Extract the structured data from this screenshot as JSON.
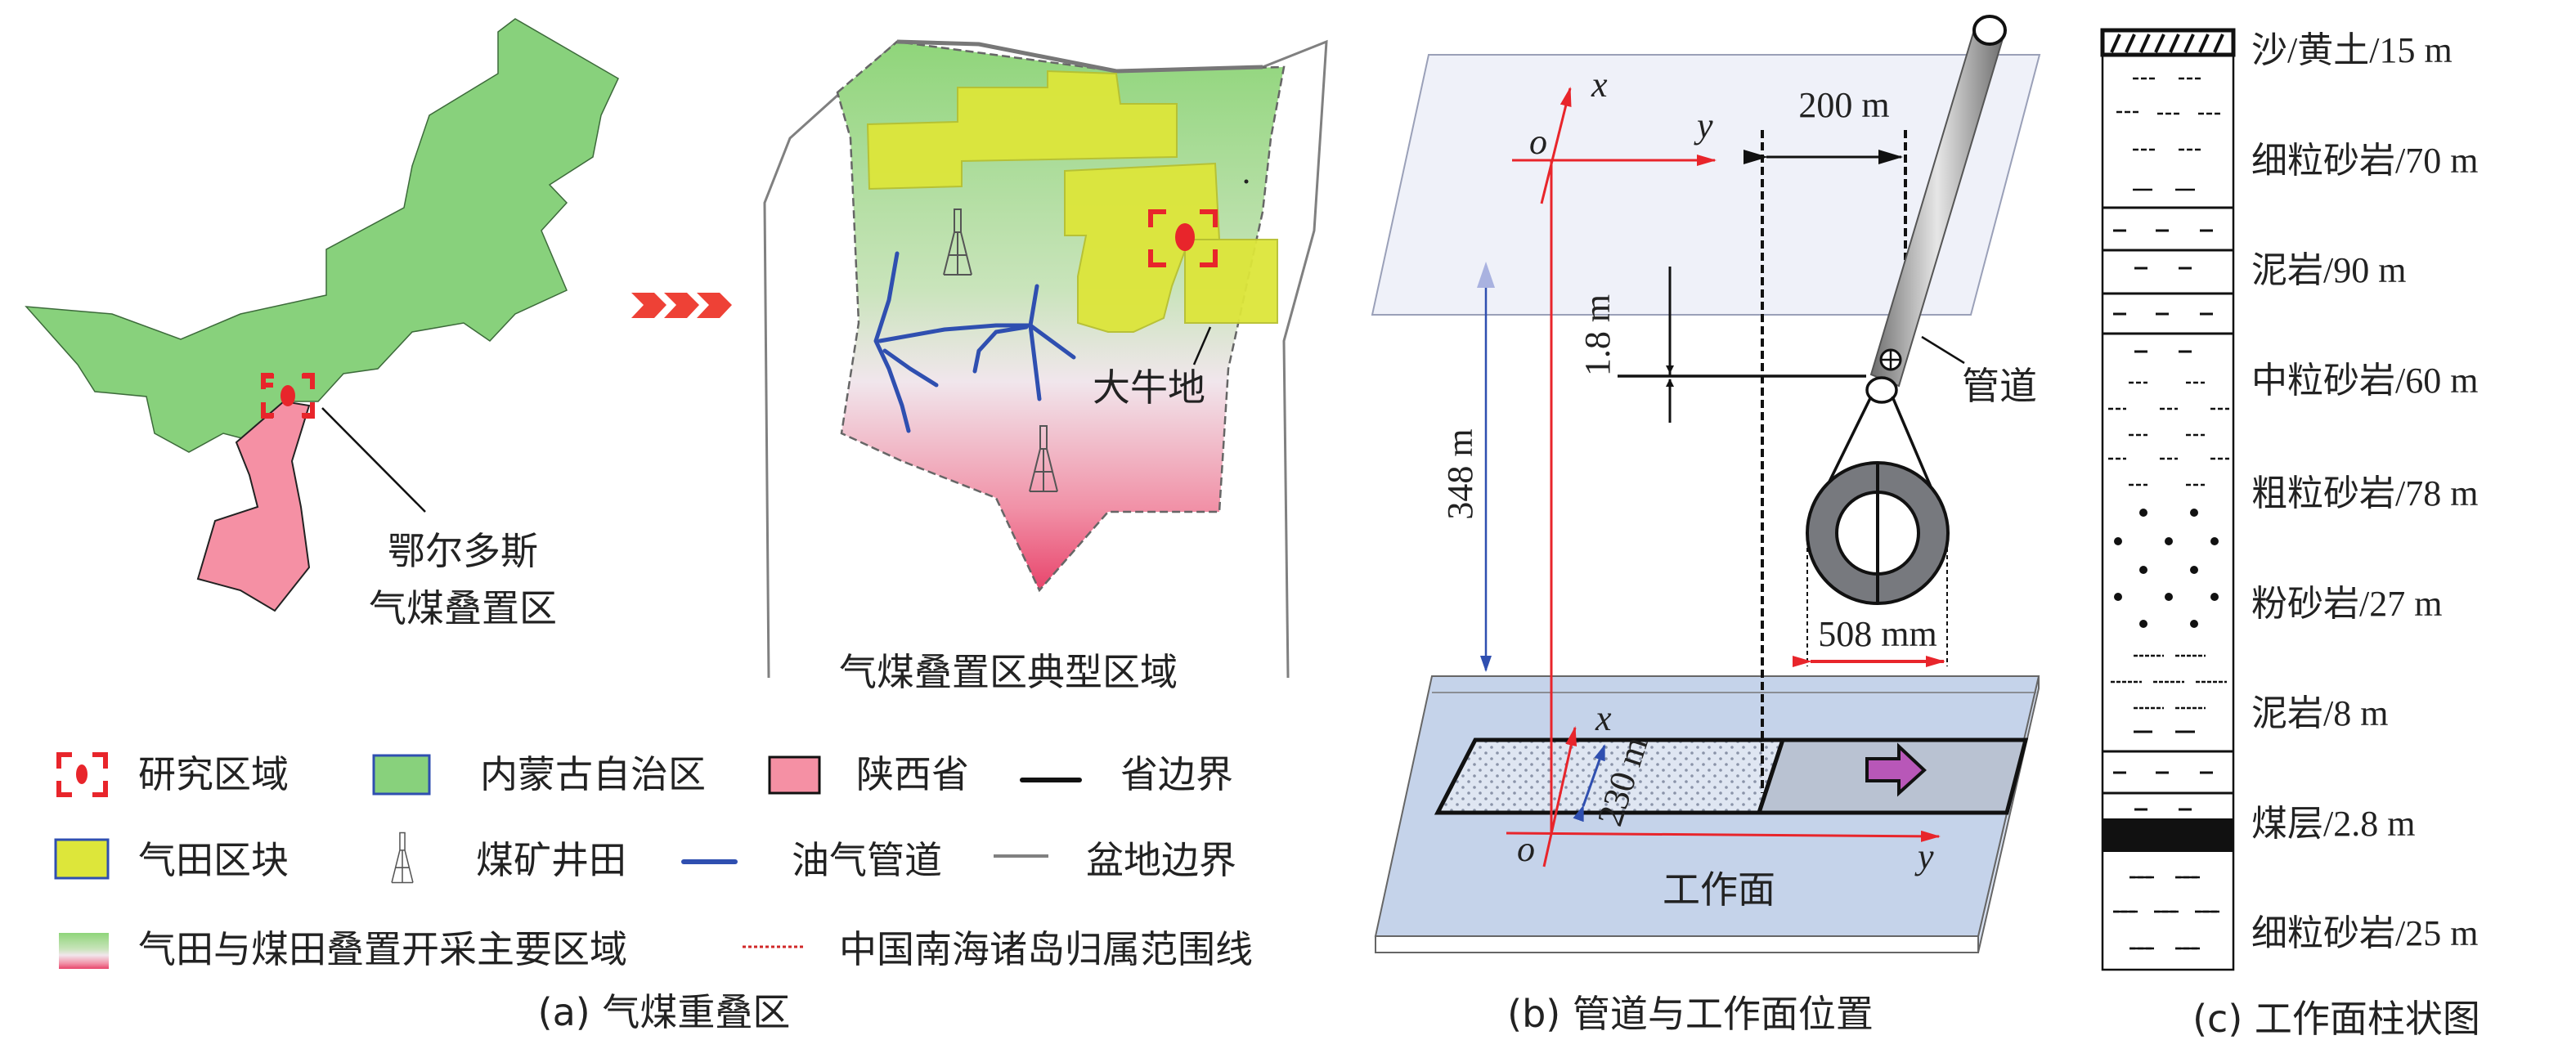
{
  "colors": {
    "inner_mongolia": "#88d17c",
    "shaanxi": "#f590a4",
    "gas_block": "#dde63a",
    "pipeline": "#2f4fb0",
    "study_marker": "#e8252b",
    "basin_boundary": "#808080",
    "upper_plane": "#eceef8",
    "lower_plate": "#c5d3ea",
    "working_face": "#b9c2d2",
    "advance_arrow": "#b857b8"
  },
  "panel_a": {
    "map_label_line1": "鄂尔多斯",
    "map_label_line2": "气煤叠置区",
    "inset_label": "大牛地",
    "inset_caption": "气煤叠置区典型区域",
    "caption": "(a) 气煤重叠区",
    "legend": [
      {
        "icon": "study-area-marker",
        "label": "研究区域"
      },
      {
        "icon": "green-swatch",
        "label": "内蒙古自治区"
      },
      {
        "icon": "pink-swatch",
        "label": "陕西省"
      },
      {
        "icon": "black-line",
        "label": "省边界"
      },
      {
        "icon": "yellow-swatch",
        "label": "气田区块"
      },
      {
        "icon": "mine-tower",
        "label": "煤矿井田"
      },
      {
        "icon": "blue-line",
        "label": "油气管道"
      },
      {
        "icon": "gray-line",
        "label": "盆地边界"
      },
      {
        "icon": "gradient-swatch",
        "label": "气田与煤田叠置开采主要区域"
      },
      {
        "icon": "red-dotted-line",
        "label": "中国南海诸岛归属范围线"
      }
    ]
  },
  "panel_b": {
    "upper_x": "x",
    "upper_y": "y",
    "upper_o": "o",
    "lower_x": "x",
    "lower_y": "y",
    "lower_o": "o",
    "offset_label": "200 m",
    "height_label": "1.8 m",
    "pipe_label": "管道",
    "diameter_label": "508 mm",
    "depth_label": "348 m",
    "face_width_label": "230 m",
    "face_label": "工作面",
    "caption": "(b) 管道与工作面位置"
  },
  "panel_c": {
    "layers": [
      {
        "label": "沙/黄土/15 m"
      },
      {
        "label": "细粒砂岩/70 m"
      },
      {
        "label": "泥岩/90 m"
      },
      {
        "label": "中粒砂岩/60 m"
      },
      {
        "label": "粗粒砂岩/78 m"
      },
      {
        "label": "粉砂岩/27 m"
      },
      {
        "label": "泥岩/8 m"
      },
      {
        "label": "煤层/2.8 m"
      },
      {
        "label": "细粒砂岩/25 m"
      }
    ],
    "caption": "(c) 工作面柱状图"
  }
}
